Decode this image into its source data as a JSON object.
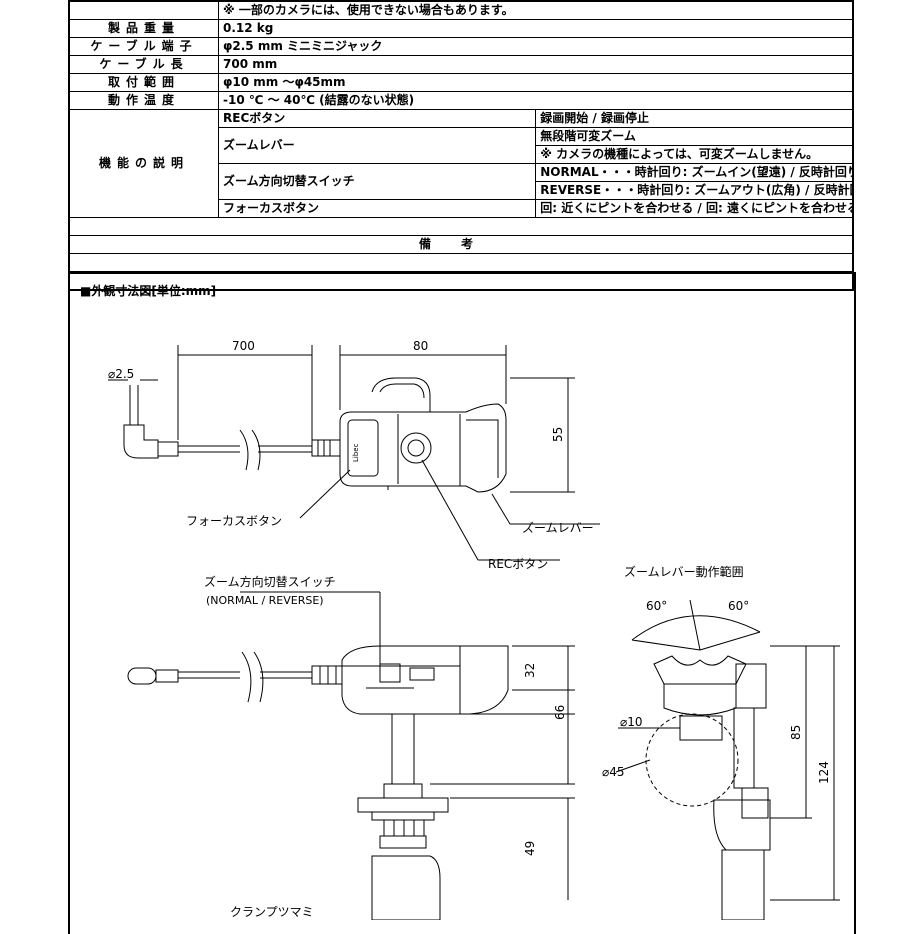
{
  "spec": {
    "top_note": "※ 一部のカメラには、使用できない場合もあります。",
    "rows": [
      {
        "label": "製品重量",
        "value": "0.12 kg"
      },
      {
        "label": "ケーブル端子",
        "value": "φ2.5 mm ミニミニジャック"
      },
      {
        "label": "ケーブル長",
        "value": "700 mm"
      },
      {
        "label": "取付範囲",
        "value": "φ10 mm ～φ45mm"
      },
      {
        "label": "動作温度",
        "value": "-10 ℃ ～ 40℃ (結露のない状態)"
      }
    ],
    "function_label": "機能の説明",
    "functions": [
      {
        "name": "RECボタン",
        "desc": "録画開始 / 録画停止"
      },
      {
        "name": "ズームレバー",
        "desc": "無段階可変ズーム",
        "desc2": "※ カメラの機種によっては、可変ズームしません。"
      },
      {
        "name": "ズーム方向切替スイッチ",
        "desc": "NORMAL・・・時計回り: ズームイン(望遠) / 反時計回り: ズームアウト(広角)",
        "desc2": "REVERSE・・・時計回り: ズームアウト(広角) / 反時計回り: ズームイン(望遠)"
      },
      {
        "name": "フォーカスボタン",
        "desc": "回: 近くにピントを合わせる / 回: 遠くにピントを合わせる"
      }
    ],
    "remarks_label": "備考"
  },
  "drawing": {
    "section_title": "■外観寸法図[単位:mm]",
    "dim_cable": "700",
    "dim_body_width": "80",
    "dim_body_height": "55",
    "dim_plug": "⌀2.5",
    "label_focus": "フォーカスボタン",
    "label_zoom_lever": "ズームレバー",
    "label_rec": "RECボタン",
    "label_switch": "ズーム方向切替スイッチ",
    "label_switch_sub": "(NORMAL / REVERSE)",
    "label_lever_range": "ズームレバー動作範囲",
    "angle_left": "60°",
    "angle_right": "60°",
    "dim_32": "32",
    "dim_66": "66",
    "dim_49": "49",
    "dim_85": "85",
    "dim_124": "124",
    "dim_d10": "⌀10",
    "dim_d45": "⌀45",
    "label_clamp": "クランプツマミ",
    "brand": "Libec"
  }
}
